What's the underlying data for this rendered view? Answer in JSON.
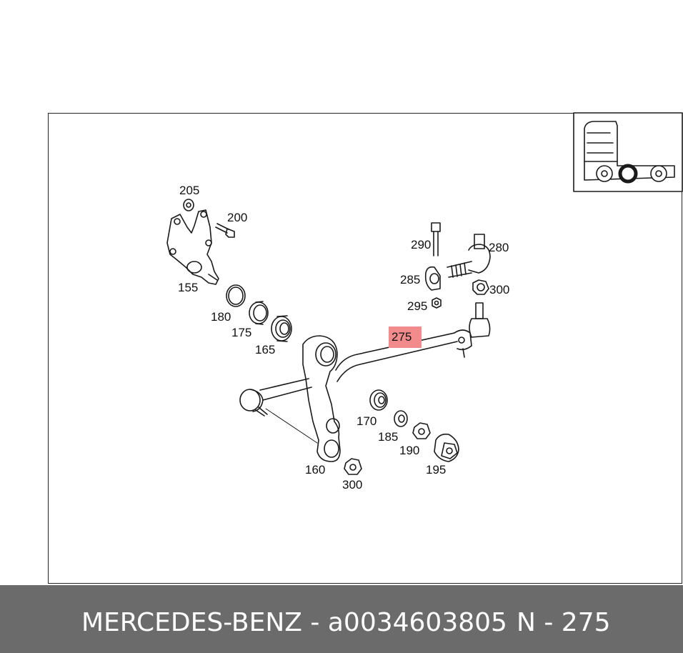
{
  "diagram": {
    "callouts": [
      {
        "id": "205",
        "text": "205"
      },
      {
        "id": "200",
        "text": "200"
      },
      {
        "id": "155",
        "text": "155"
      },
      {
        "id": "180",
        "text": "180"
      },
      {
        "id": "175",
        "text": "175"
      },
      {
        "id": "165",
        "text": "165"
      },
      {
        "id": "290",
        "text": "290"
      },
      {
        "id": "280",
        "text": "280"
      },
      {
        "id": "285",
        "text": "285"
      },
      {
        "id": "300a",
        "text": "300"
      },
      {
        "id": "295",
        "text": "295"
      },
      {
        "id": "275",
        "text": "275",
        "highlighted": true
      },
      {
        "id": "170",
        "text": "170"
      },
      {
        "id": "185",
        "text": "185"
      },
      {
        "id": "190",
        "text": "190"
      },
      {
        "id": "195",
        "text": "195"
      },
      {
        "id": "160",
        "text": "160"
      },
      {
        "id": "300b",
        "text": "300"
      }
    ],
    "highlight_color": "#f28b8b"
  },
  "footer": {
    "brand_part": "MERCEDES-BENZ - a0034603805",
    "ref": "N - 275"
  },
  "colors": {
    "footer_bg": "#6b6b6b",
    "footer_text": "#ffffff",
    "line": "#1a1a1a"
  }
}
